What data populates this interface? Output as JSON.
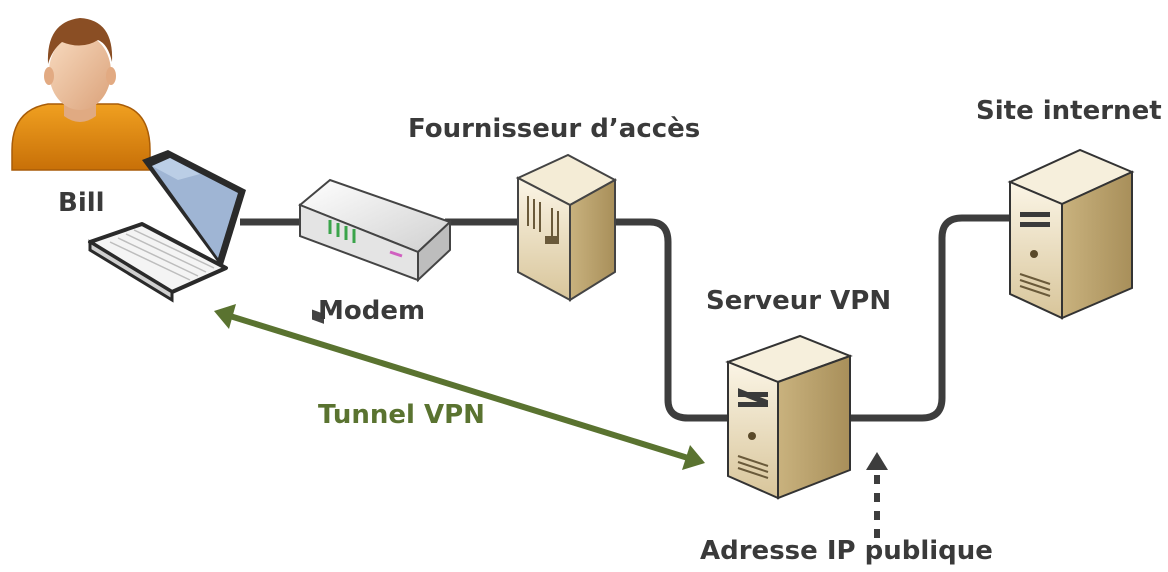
{
  "labels": {
    "user": "Bill",
    "modem": "Modem",
    "isp": "Fournisseur d’accès",
    "vpn_server": "Serveur VPN",
    "website": "Site internet",
    "tunnel": "Tunnel VPN",
    "public_ip": "Adresse IP publique"
  },
  "colors": {
    "link": "#3d3d3d",
    "tunnel": "#5a7330",
    "label": "#3a3a3a",
    "server_body": "#e8d9b8",
    "skin": "#f1c8a4",
    "hair": "#8a4e24",
    "shirt": "#e08a12"
  },
  "icons": [
    "user-icon",
    "laptop-icon",
    "modem-icon",
    "isp-server-icon",
    "vpn-server-icon",
    "web-server-icon"
  ]
}
